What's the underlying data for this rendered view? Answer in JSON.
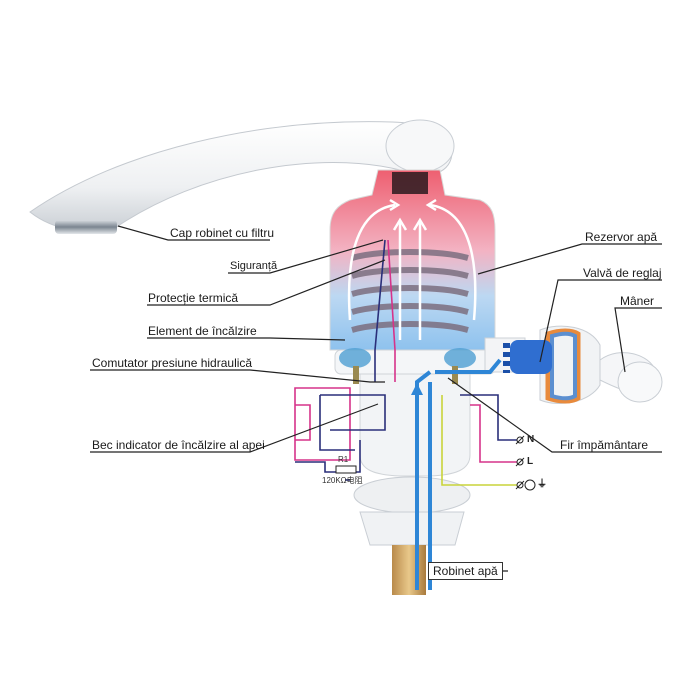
{
  "labels": {
    "cap_filter": "Cap robinet cu filtru",
    "fuse": "Siguranță",
    "thermal": "Protecție termică",
    "heating": "Element de încălzire",
    "pressure_switch": "Comutator presiune hidraulică",
    "indicator": "Bec indicator de încălzire al apei",
    "tank": "Rezervor apă",
    "valve": "Valvă de reglaj",
    "handle": "Mâner",
    "ground_wire": "Fir împământare",
    "water_tap": "Robinet apă"
  },
  "terminals": {
    "neutral": "N",
    "live": "L",
    "ground": "⏚"
  },
  "circuit": {
    "resistor_name": "R1",
    "resistor_value": "120KΩ电阻"
  },
  "colors": {
    "hot": "#e8495a",
    "cold": "#3a8fd8",
    "wire_pink": "#d6338a",
    "wire_navy": "#2a2f7a",
    "wire_yellow": "#c9d43a"
  }
}
